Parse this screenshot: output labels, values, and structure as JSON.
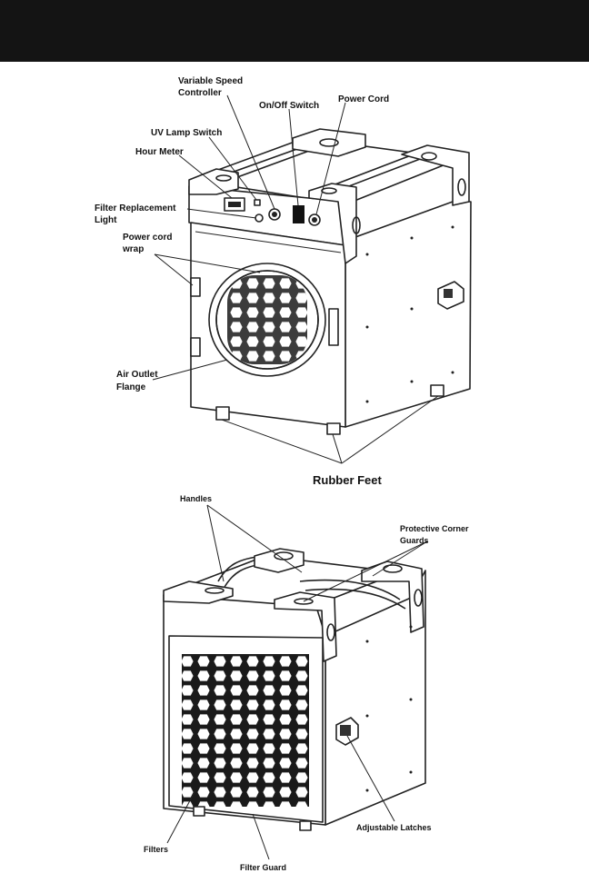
{
  "top_unit": {
    "labels": {
      "variable_speed": [
        "Variable Speed",
        "Controller"
      ],
      "on_off": "On/Off Switch",
      "power_cord": "Power Cord",
      "uv_lamp": "UV Lamp Switch",
      "hour_meter": "Hour Meter",
      "filter_light": [
        "Filter Replacement",
        "Light"
      ],
      "cord_wrap": [
        "Power cord",
        "wrap"
      ],
      "air_outlet": [
        "Air Outlet",
        "Flange"
      ],
      "rubber_feet": "Rubber Feet"
    }
  },
  "bottom_unit": {
    "labels": {
      "handles": "Handles",
      "corner_guards": [
        "Protective Corner",
        "Guards"
      ],
      "adjustable_latches": "Adjustable Latches",
      "filters": "Filters",
      "filter_guard": "Filter Guard"
    }
  }
}
